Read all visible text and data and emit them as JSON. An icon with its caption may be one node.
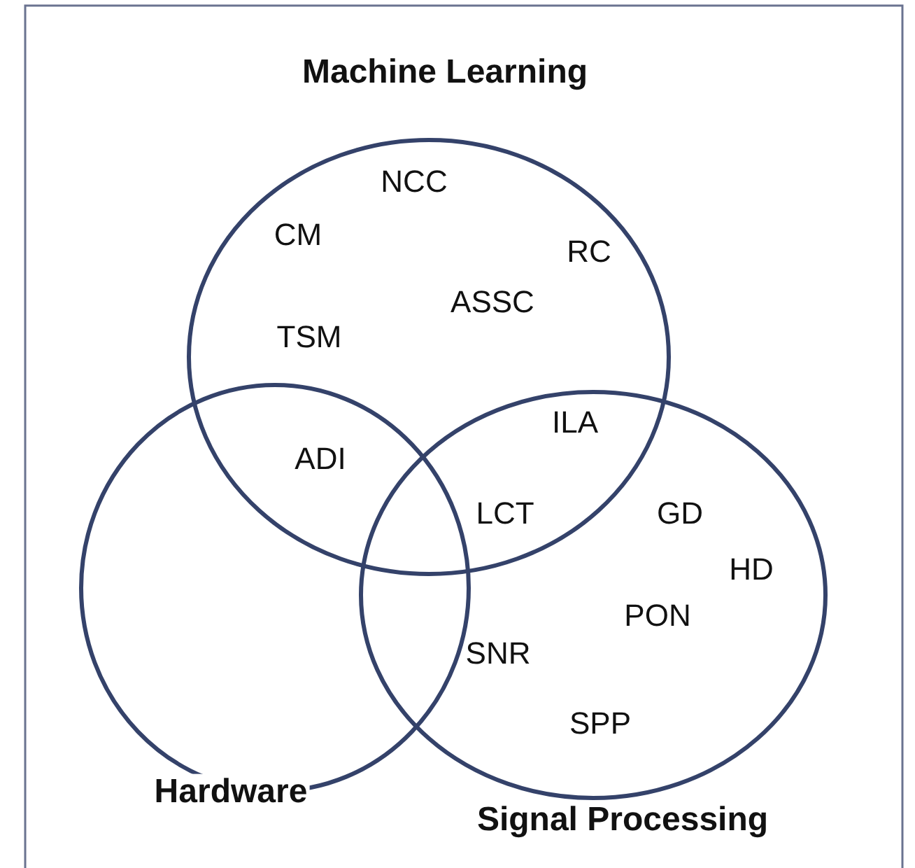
{
  "diagram": {
    "nodes": [
      {
        "text": [
          "Machine Learning"
        ]
      },
      {
        "text": [
          "Hardware"
        ]
      },
      {
        "text": [
          "Signal Processing"
        ]
      }
    ],
    "labels": [
      "NCC",
      "CM",
      "RC",
      "ASSC",
      "TSM",
      "ILA",
      "ADI",
      "LCT",
      "GD",
      "HD",
      "PON",
      "SNR",
      "SPP"
    ]
  }
}
